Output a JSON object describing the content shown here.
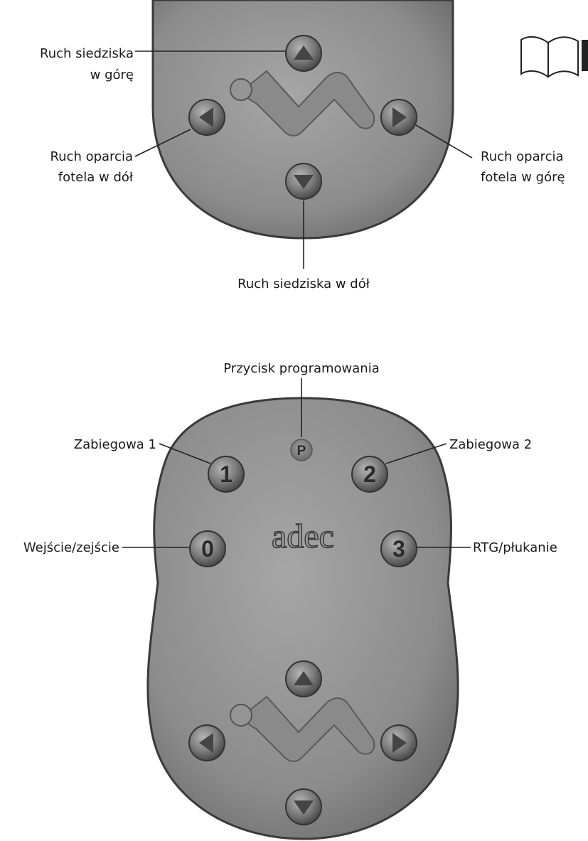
{
  "colors": {
    "pad": "#8e8e8e",
    "pad_edge": "#444444",
    "button": "#777777",
    "button_dark": "#3e3e3e",
    "text": "#1a1a1a"
  },
  "info_icon": "manual-info-icon",
  "top_pad": {
    "labels": {
      "seat_up_line1": "Ruch siedziska",
      "seat_up_line2": "w górę",
      "back_down_line1": "Ruch oparcia",
      "back_down_line2": "fotela w dół",
      "back_up_line1": "Ruch oparcia",
      "back_up_line2": "fotela w górę",
      "seat_down": "Ruch siedziska w dół"
    }
  },
  "bottom_pad": {
    "labels": {
      "program": "Przycisk programowania",
      "preset1": "Zabiegowa 1",
      "preset2": "Zabiegowa 2",
      "entry_exit": "Wejście/zejście",
      "xray_rinse": "RTG/płukanie"
    },
    "button_marks": {
      "program": "P",
      "preset1": "1",
      "preset2": "2",
      "entry_exit": "0",
      "xray_rinse": "3"
    },
    "logo": "adec"
  }
}
